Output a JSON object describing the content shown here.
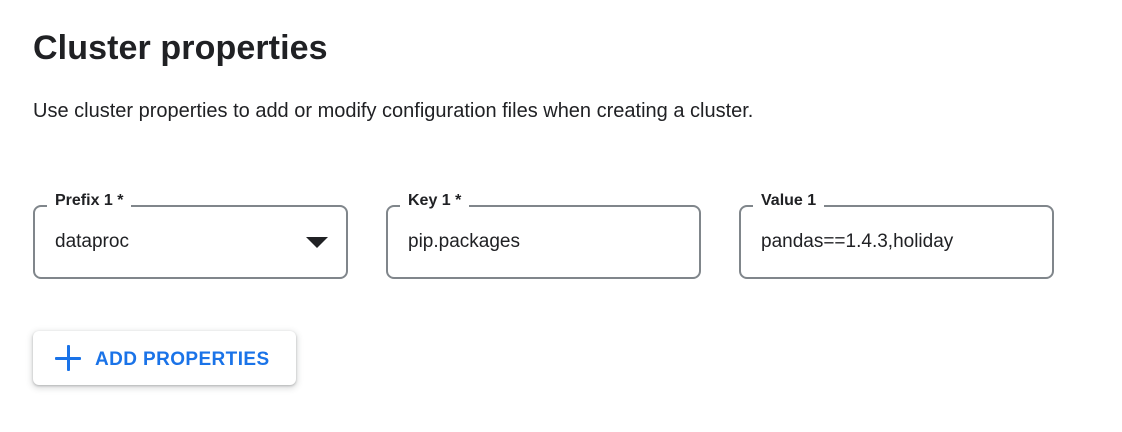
{
  "section": {
    "title": "Cluster properties",
    "description": "Use cluster properties to add or modify configuration files when creating a cluster."
  },
  "fields": {
    "prefix": {
      "label": "Prefix 1 *",
      "value": "dataproc",
      "control": "select"
    },
    "key": {
      "label": "Key 1 *",
      "value": "pip.packages",
      "control": "text-input"
    },
    "value": {
      "label": "Value 1",
      "value": "pandas==1.4.3,holiday",
      "control": "text-input",
      "note": "text clipped at field edge"
    }
  },
  "actions": {
    "add_properties": {
      "label": "ADD PROPERTIES",
      "icon": "plus"
    }
  },
  "icons": {
    "plus": "+",
    "dropdown_arrow": "▼"
  },
  "colors": {
    "accent_blue": "#1a73e8",
    "field_border": "#80868b",
    "text_primary": "#202124",
    "background": "#ffffff"
  }
}
